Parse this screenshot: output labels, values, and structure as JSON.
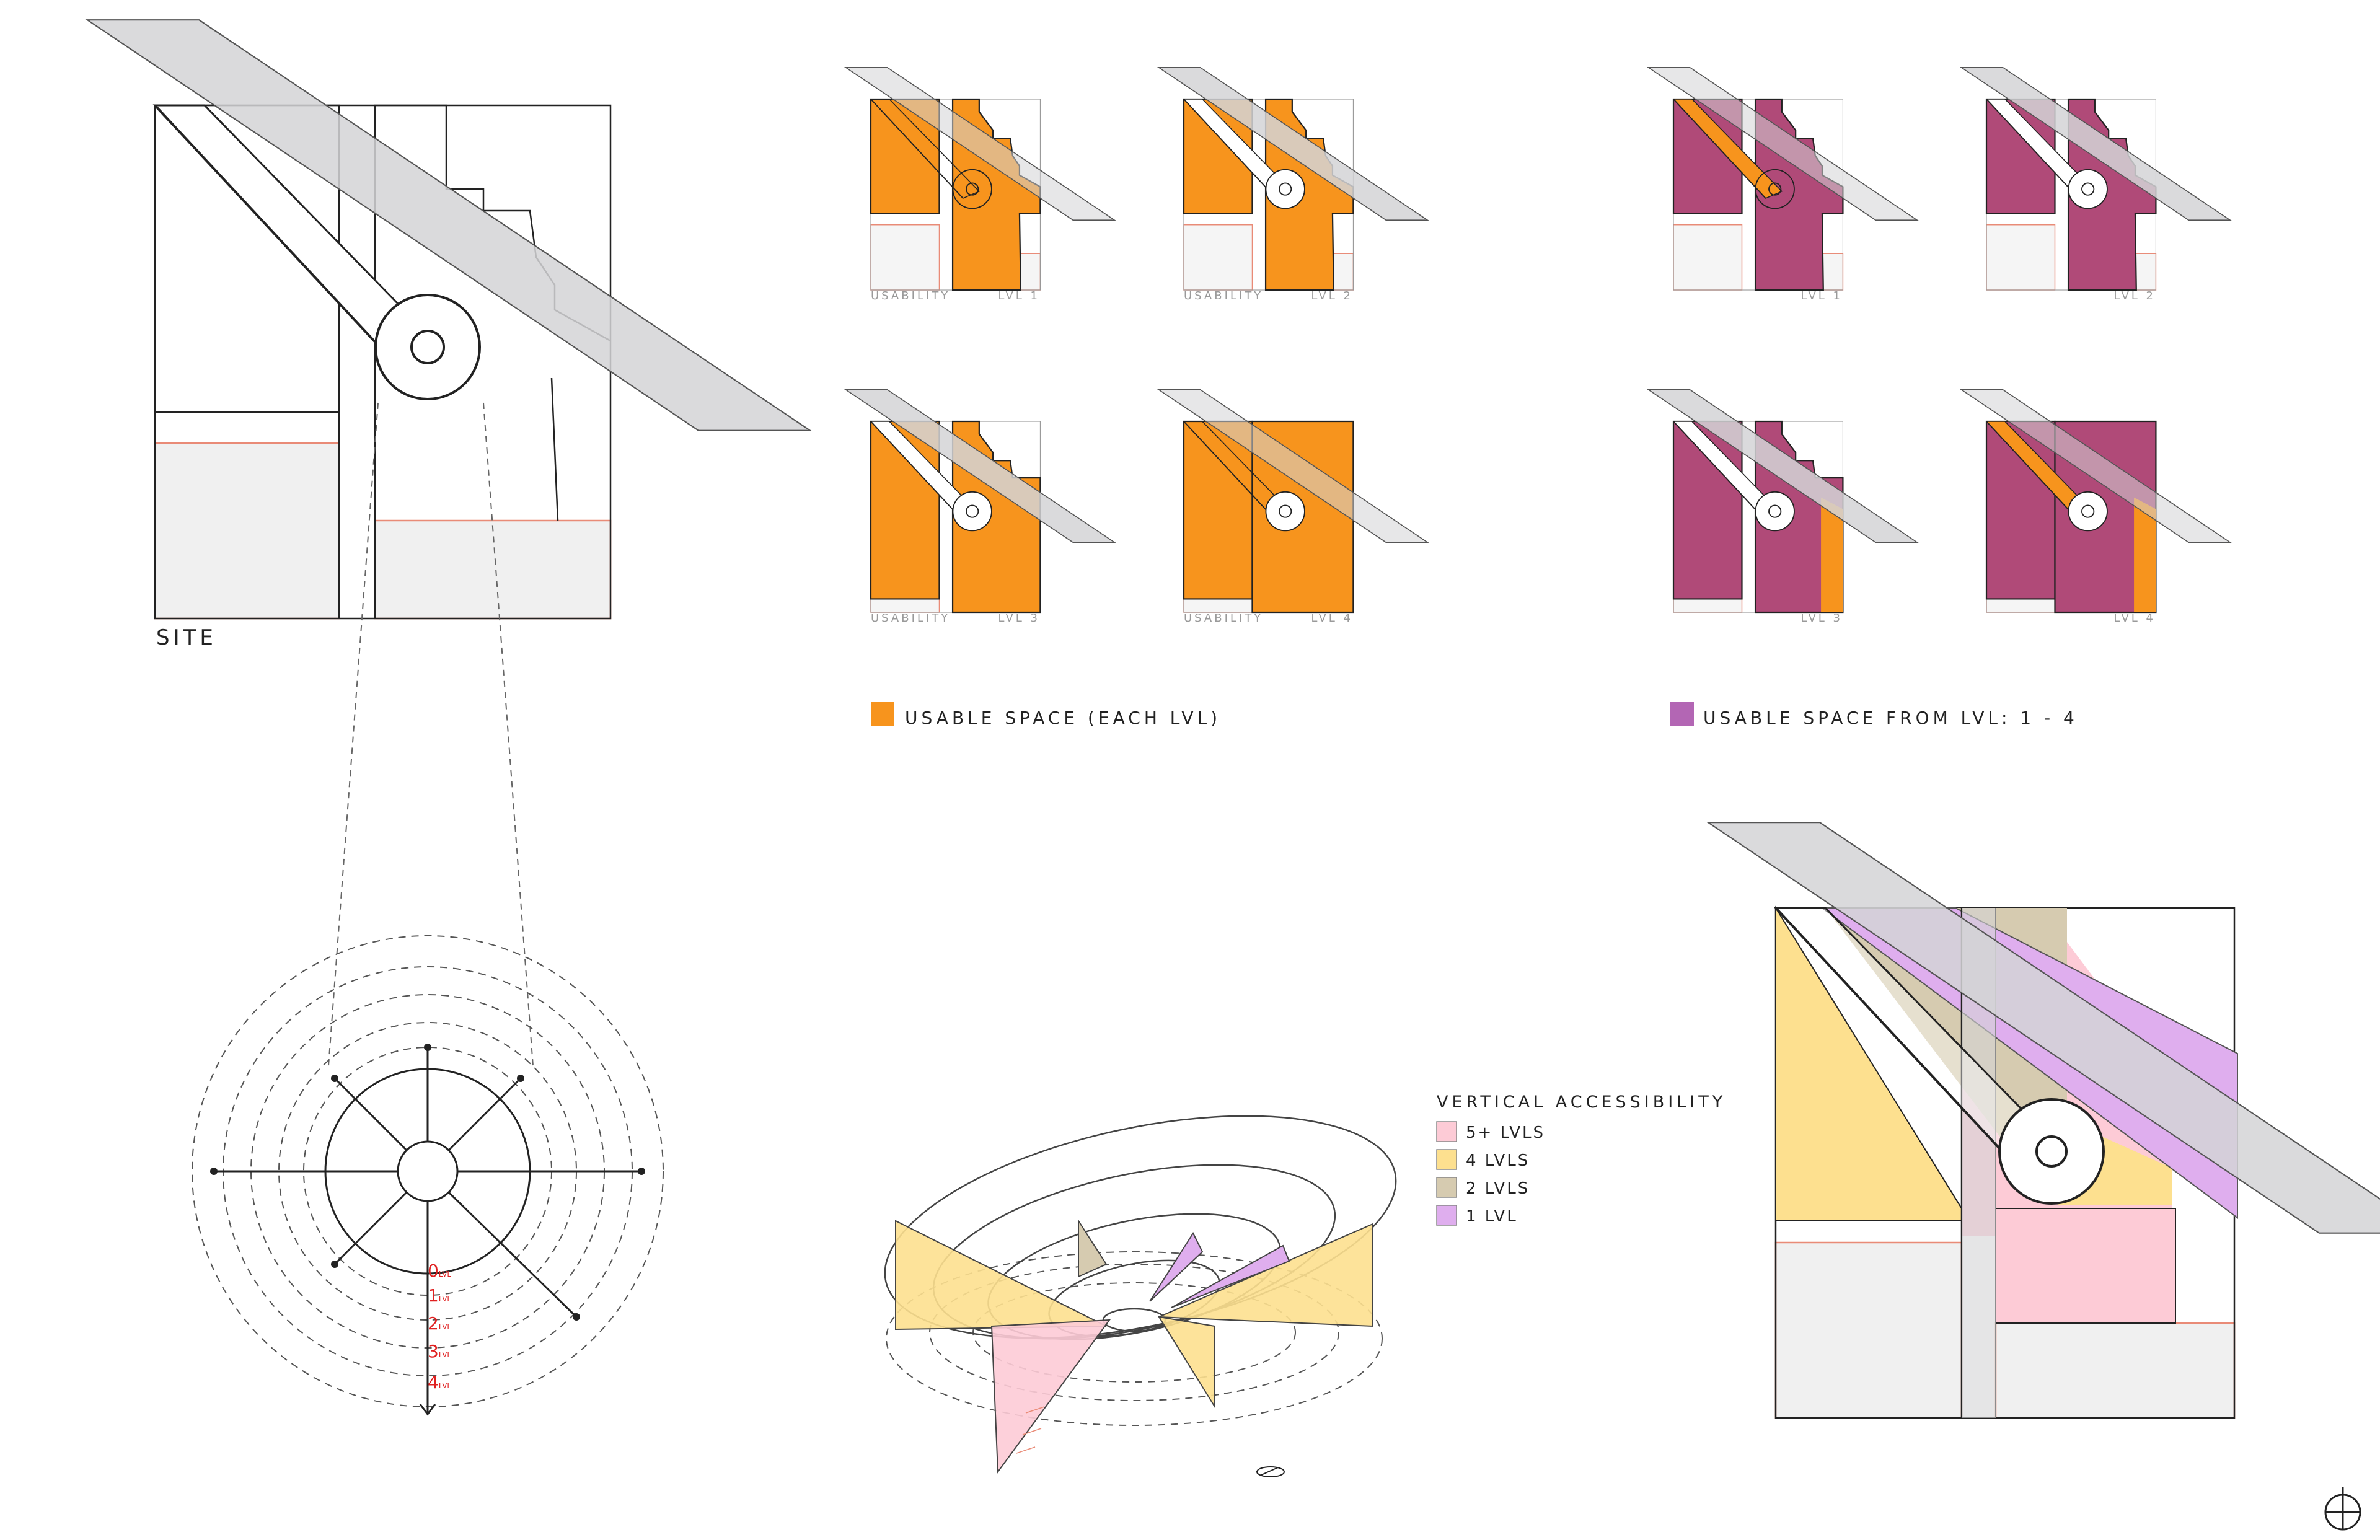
{
  "colors": {
    "orange": "#f7941d",
    "magenta": "#b04a78",
    "gray_band": "#d4d4d6",
    "light_gray": "#f0f0f0",
    "salmon": "#e98b77",
    "pink": "#fdcbd6",
    "yellow": "#fde08f",
    "tan": "#d6cbb0",
    "lavender": "#dfaeee",
    "red_text": "#e02020"
  },
  "site": {
    "label": "SITE"
  },
  "levels": [
    {
      "usability": "USABILITY",
      "lvl": "LVL 1"
    },
    {
      "usability": "USABILITY",
      "lvl": "LVL 2"
    },
    {
      "usability": "USABILITY",
      "lvl": "LVL 3"
    },
    {
      "usability": "USABILITY",
      "lvl": "LVL 4"
    }
  ],
  "legend_each": {
    "label": "USABLE SPACE (EACH LVL)"
  },
  "legend_from": {
    "label": "USABLE SPACE FROM LVL: 1 - 4"
  },
  "radial": {
    "rings": [
      {
        "num": "0",
        "unit": "LVL"
      },
      {
        "num": "1",
        "unit": "LVL"
      },
      {
        "num": "2",
        "unit": "LVL"
      },
      {
        "num": "3",
        "unit": "LVL"
      },
      {
        "num": "4",
        "unit": "LVL"
      }
    ]
  },
  "vertical_access": {
    "title": "VERTICAL ACCESSIBILITY",
    "items": [
      {
        "label": "5+ LVLS",
        "color": "#fdcbd6"
      },
      {
        "label": "4 LVLS",
        "color": "#fde08f"
      },
      {
        "label": "2 LVLS",
        "color": "#d6cbb0"
      },
      {
        "label": "1 LVL",
        "color": "#dfaeee"
      }
    ]
  }
}
